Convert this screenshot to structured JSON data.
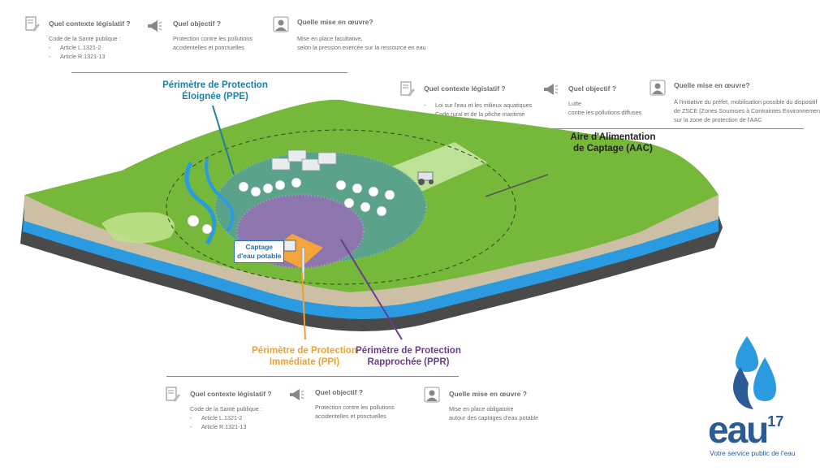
{
  "top_block": {
    "legal_header": "Quel contexte législatif ?",
    "legal_lines": [
      "Code de la Santé publique :",
      "Article L.1321-2",
      "Article R.1321-13"
    ],
    "goal_header": "Quel objectif ?",
    "goal_lines": [
      "Protection contre les pollutions",
      "accidentelles et ponctuelles"
    ],
    "impl_header": "Quelle mise en œuvre?",
    "impl_lines": [
      "Mise en place facultative,",
      "selon la pression exercée sur la ressource en eau"
    ]
  },
  "right_block": {
    "legal_header": "Quel contexte législatif ?",
    "legal_lines": [
      "Loi sur l'eau et les milieux aquatiques",
      "Code rural et de la pêche maritime"
    ],
    "goal_header": "Quel objectif ?",
    "goal_lines": [
      "Lutte",
      "contre les pollutions diffuses"
    ],
    "impl_header": "Quelle mise en œuvre?",
    "impl_lines": [
      "À l'initiative du préfet, mobilisation possible du dispositif",
      "de ZSCE (Zones Soumises à Contraintes Environnementales)",
      "sur la zone de protection de l'AAC"
    ]
  },
  "bottom_block": {
    "legal_header": "Quel contexte législatif ?",
    "legal_lines": [
      "Code de la Santé publique :",
      "Article L.1321-2",
      "Article R.1321-13"
    ],
    "goal_header": "Quel objectif ?",
    "goal_lines": [
      "Protection contre les pollutions",
      "accidentelles et ponctuelles"
    ],
    "impl_header": "Quelle mise en œuvre ?",
    "impl_lines": [
      "Mise en place obligatoire",
      "autour des captages d'eau potable"
    ]
  },
  "labels": {
    "ppe_line1": "Périmètre de Protection",
    "ppe_line2": "Éloignée (PPE)",
    "aac_line1": "Aire d'Alimentation",
    "aac_line2": "de Captage (AAC)",
    "ppi_line1": "Périmètre de Protection",
    "ppi_line2": "Immédiate (PPI)",
    "ppr_line1": "Périmètre de Protection",
    "ppr_line2": "Rapprochée (PPR)",
    "captage_line1": "Captage",
    "captage_line2": "d'eau potable"
  },
  "brand": {
    "name": "eau",
    "number": "17",
    "slogan": "Votre service public de l'eau"
  },
  "colors": {
    "ppe": "#1e7fa6",
    "aac": "#222222",
    "ppi": "#f0a030",
    "ppr": "#6a3d8f",
    "grass": "#76b83a",
    "water": "#2a9be0",
    "brand": "#2a5b94"
  },
  "icons": [
    "document-pen-icon",
    "megaphone-icon",
    "person-icon"
  ]
}
